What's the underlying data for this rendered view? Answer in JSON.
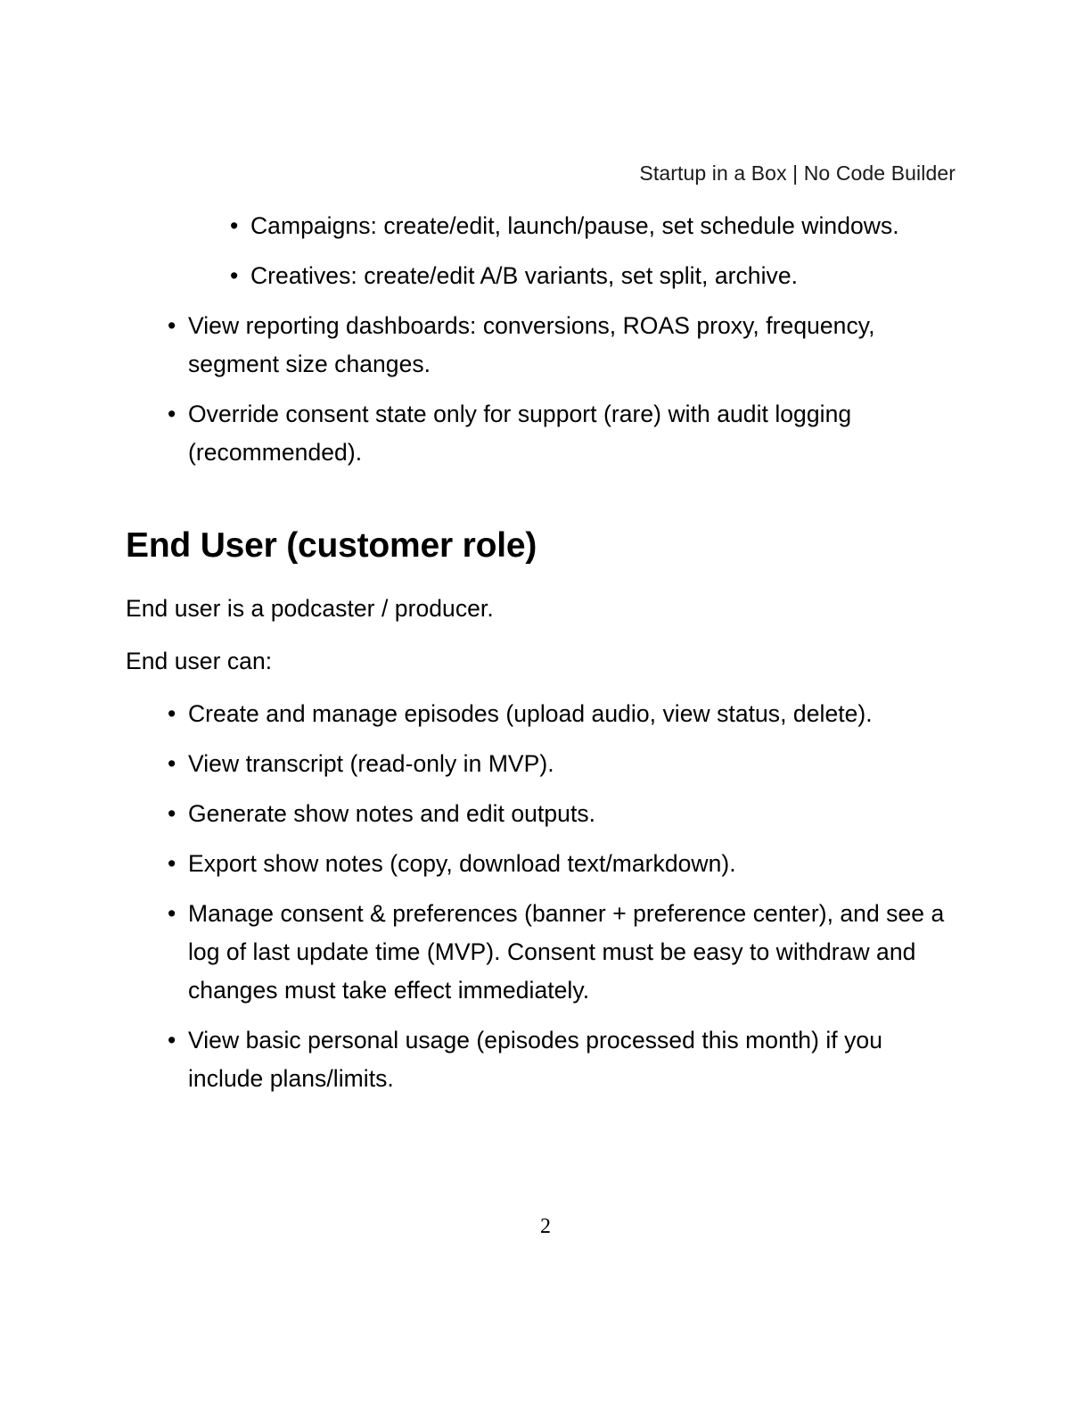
{
  "document": {
    "header_text": "Startup in a Box | No Code Builder",
    "page_number": "2",
    "bullet_glyph": "•"
  },
  "upper_list": {
    "sub_bullets": [
      "Campaigns: create/edit, launch/pause, set schedule windows.",
      "Creatives: create/edit A/B variants, set split, archive."
    ],
    "top_bullets": [
      "View reporting dashboards: conversions, ROAS proxy, frequency, segment size changes.",
      "Override consent state only for support (rare) with audit logging (recommended)."
    ]
  },
  "section": {
    "heading": "End User (customer role)",
    "paragraphs": [
      "End user is a podcaster / producer.",
      "End user can:"
    ],
    "bullets": [
      "Create and manage episodes (upload audio, view status, delete).",
      "View transcript (read-only in MVP).",
      "Generate show notes and edit outputs.",
      "Export show notes (copy, download text/markdown).",
      "Manage consent & preferences (banner + preference center), and see a log of last update time (MVP). Consent must be easy to withdraw and changes must take effect immediately.",
      "View basic personal usage (episodes processed this month) if you include plans/limits."
    ]
  }
}
